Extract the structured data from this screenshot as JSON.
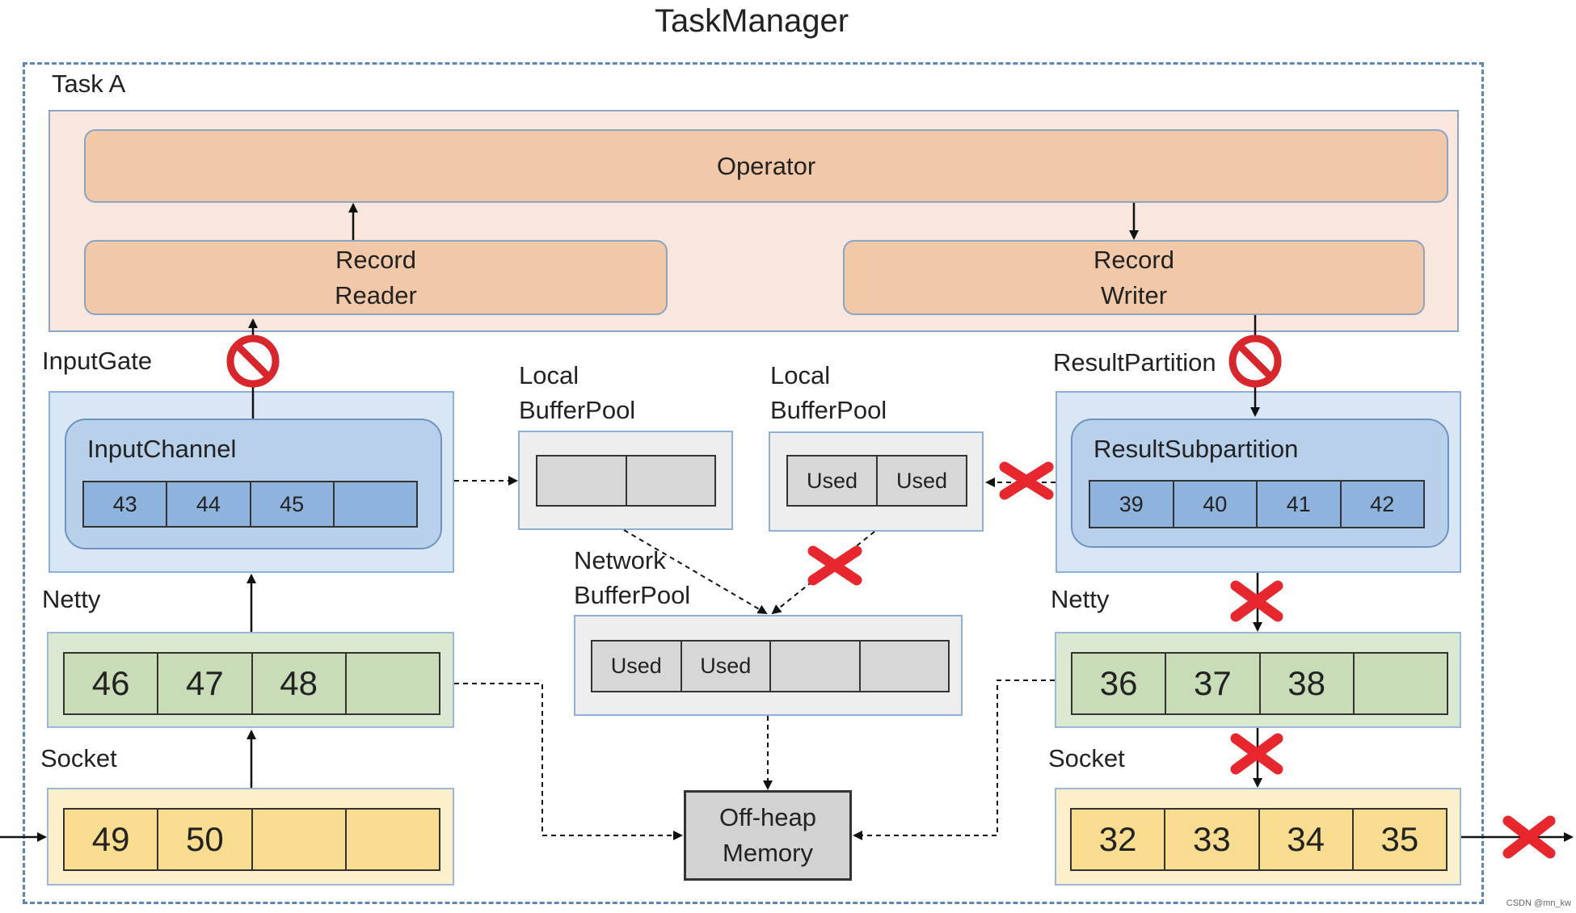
{
  "title": "TaskManager",
  "task_label": "Task A",
  "operator": "Operator",
  "record_reader": [
    "Record",
    "Reader"
  ],
  "record_writer": [
    "Record",
    "Writer"
  ],
  "input_gate": {
    "label": "InputGate",
    "channel_label": "InputChannel",
    "cells": [
      "43",
      "44",
      "45",
      ""
    ]
  },
  "result_partition": {
    "label": "ResultPartition",
    "subpartition_label": "ResultSubpartition",
    "cells": [
      "39",
      "40",
      "41",
      "42"
    ]
  },
  "local_pool_left": {
    "label": [
      "Local",
      "BufferPool"
    ],
    "cells": [
      "",
      ""
    ]
  },
  "local_pool_right": {
    "label": [
      "Local",
      "BufferPool"
    ],
    "cells": [
      "Used",
      "Used"
    ]
  },
  "network_pool": {
    "label": [
      "Network",
      "BufferPool"
    ],
    "cells": [
      "Used",
      "Used",
      "",
      ""
    ]
  },
  "netty_left": {
    "label": "Netty",
    "cells": [
      "46",
      "47",
      "48",
      ""
    ]
  },
  "netty_right": {
    "label": "Netty",
    "cells": [
      "36",
      "37",
      "38",
      ""
    ]
  },
  "socket_left": {
    "label": "Socket",
    "cells": [
      "49",
      "50",
      "",
      ""
    ]
  },
  "socket_right": {
    "label": "Socket",
    "cells": [
      "32",
      "33",
      "34",
      "35"
    ]
  },
  "offheap": [
    "Off-heap",
    "Memory"
  ],
  "credit": "CSDN @mn_kw",
  "colors": {
    "frame": "#5b86b8",
    "blocked": "#d9262c",
    "cross": "#e8262d"
  }
}
